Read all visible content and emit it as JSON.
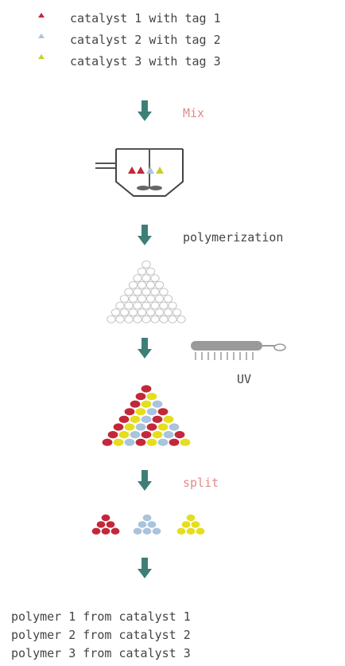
{
  "colors": {
    "red": "#c3283a",
    "blue": "#a9c4dc",
    "yellow": "#e4de1c",
    "arrow": "#3d7f76",
    "step_label_pink": "#e08a8a",
    "text": "#444444",
    "gray_line": "#9a9a9a"
  },
  "legend": [
    {
      "color_key": "red",
      "label": "catalyst 1 with tag 1"
    },
    {
      "color_key": "blue",
      "label": "catalyst 2 with tag 2"
    },
    {
      "color_key": "yellow",
      "label": "catalyst 3 with tag 3"
    }
  ],
  "steps": {
    "mix": "Mix",
    "polymerization": "polymerization",
    "uv": "UV",
    "split": "split"
  },
  "results": [
    "polymer 1 from catalyst 1",
    "polymer 2 from catalyst 2",
    "polymer 3 from catalyst 3"
  ],
  "icons": {
    "arrow": "arrow-down-icon",
    "reactor": "stirred-reactor-icon",
    "uv_lamp": "uv-lamp-icon"
  }
}
